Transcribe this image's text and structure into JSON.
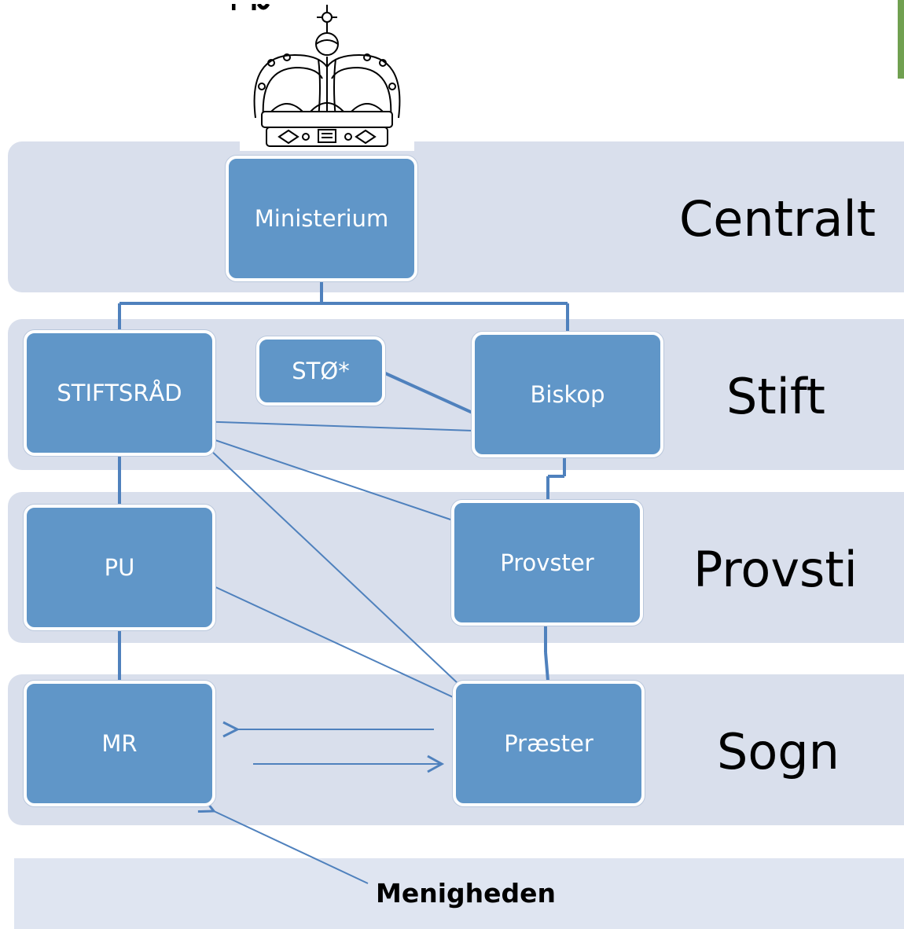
{
  "levels": {
    "centralt": "Centralt",
    "stift": "Stift",
    "provsti": "Provsti",
    "sogn": "Sogn"
  },
  "boxes": {
    "ministerium": "Ministerium",
    "stiftsraad": "STIFTSRÅD",
    "stoe": "STØ*",
    "biskop": "Biskop",
    "pu": "PU",
    "provster": "Provster",
    "mr": "MR",
    "praester": "Præster"
  },
  "footer": {
    "menigheden": "Menigheden"
  },
  "colors": {
    "box_fill": "#6096c8",
    "band_fill": "#d9dfec",
    "connector": "#4f81bd"
  }
}
